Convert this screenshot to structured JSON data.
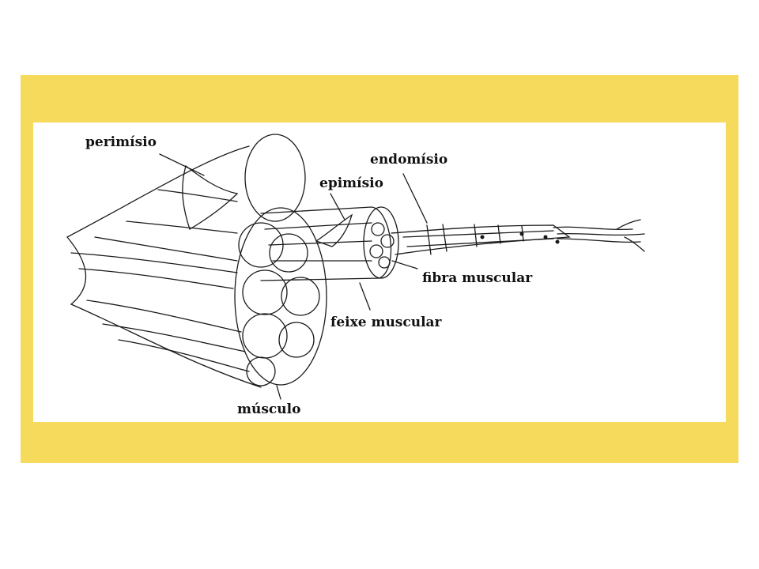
{
  "colors": {
    "frame": "#f5da5c",
    "panel": "#ffffff",
    "ink": "#1a1a1a"
  },
  "labels": {
    "perimisio": "perimísio",
    "endomisio": "endomísio",
    "epimisio": "epimísio",
    "fibra_muscular": "fibra muscular",
    "feixe_muscular": "feixe muscular",
    "musculo": "músculo"
  }
}
